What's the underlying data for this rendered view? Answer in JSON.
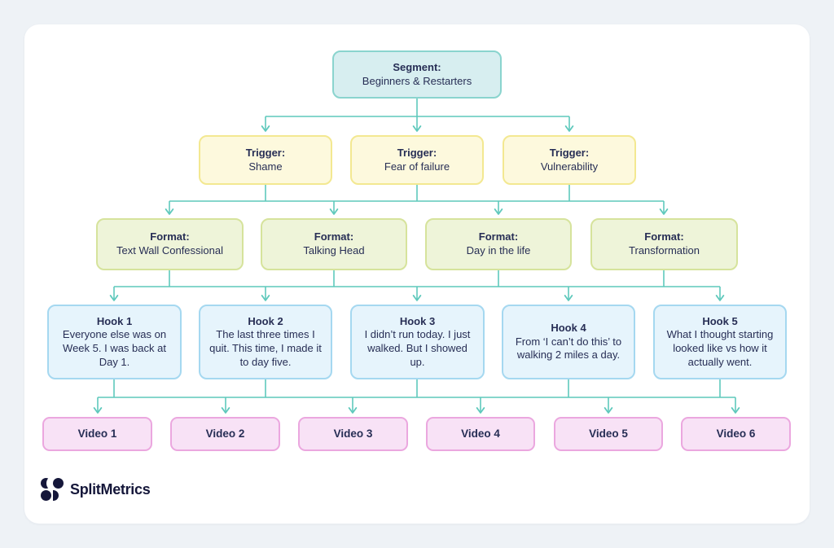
{
  "flowchart": {
    "segment": {
      "label": "Segment:",
      "value": "Beginners & Restarters"
    },
    "triggers": [
      {
        "label": "Trigger:",
        "value": "Shame"
      },
      {
        "label": "Trigger:",
        "value": "Fear of failure"
      },
      {
        "label": "Trigger:",
        "value": "Vulnerability"
      }
    ],
    "formats": [
      {
        "label": "Format:",
        "value": "Text Wall Confessional"
      },
      {
        "label": "Format:",
        "value": "Talking Head"
      },
      {
        "label": "Format:",
        "value": "Day in the life"
      },
      {
        "label": "Format:",
        "value": "Transformation"
      }
    ],
    "hooks": [
      {
        "title": "Hook 1",
        "text": "Everyone else was on Week 5. I was back at Day 1."
      },
      {
        "title": "Hook 2",
        "text": "The last three times I quit. This time, I made it to day five."
      },
      {
        "title": "Hook 3",
        "text": "I didn’t run today. I just walked. But I showed up."
      },
      {
        "title": "Hook 4",
        "text": "From ‘I can’t do this’ to walking 2 miles a day."
      },
      {
        "title": "Hook 5",
        "text": "What I thought starting looked like vs how it actually went."
      }
    ],
    "videos": [
      {
        "label": "Video 1"
      },
      {
        "label": "Video 2"
      },
      {
        "label": "Video 3"
      },
      {
        "label": "Video 4"
      },
      {
        "label": "Video 5"
      },
      {
        "label": "Video 6"
      }
    ]
  },
  "branding": {
    "logo_text": "SplitMetrics"
  },
  "colors": {
    "connector": "#5fc9bc",
    "segment_fill": "#d7eef0",
    "segment_border": "#8ad4ce",
    "trigger_fill": "#fdf9dd",
    "trigger_border": "#f3e891",
    "format_fill": "#eef4d9",
    "format_border": "#d6e39c",
    "hook_fill": "#e6f4fc",
    "hook_border": "#a5d8f0",
    "video_fill": "#f8e2f6",
    "video_border": "#eba7df",
    "text": "#272e55",
    "page_bg": "#eef2f6",
    "card_bg": "#ffffff"
  }
}
